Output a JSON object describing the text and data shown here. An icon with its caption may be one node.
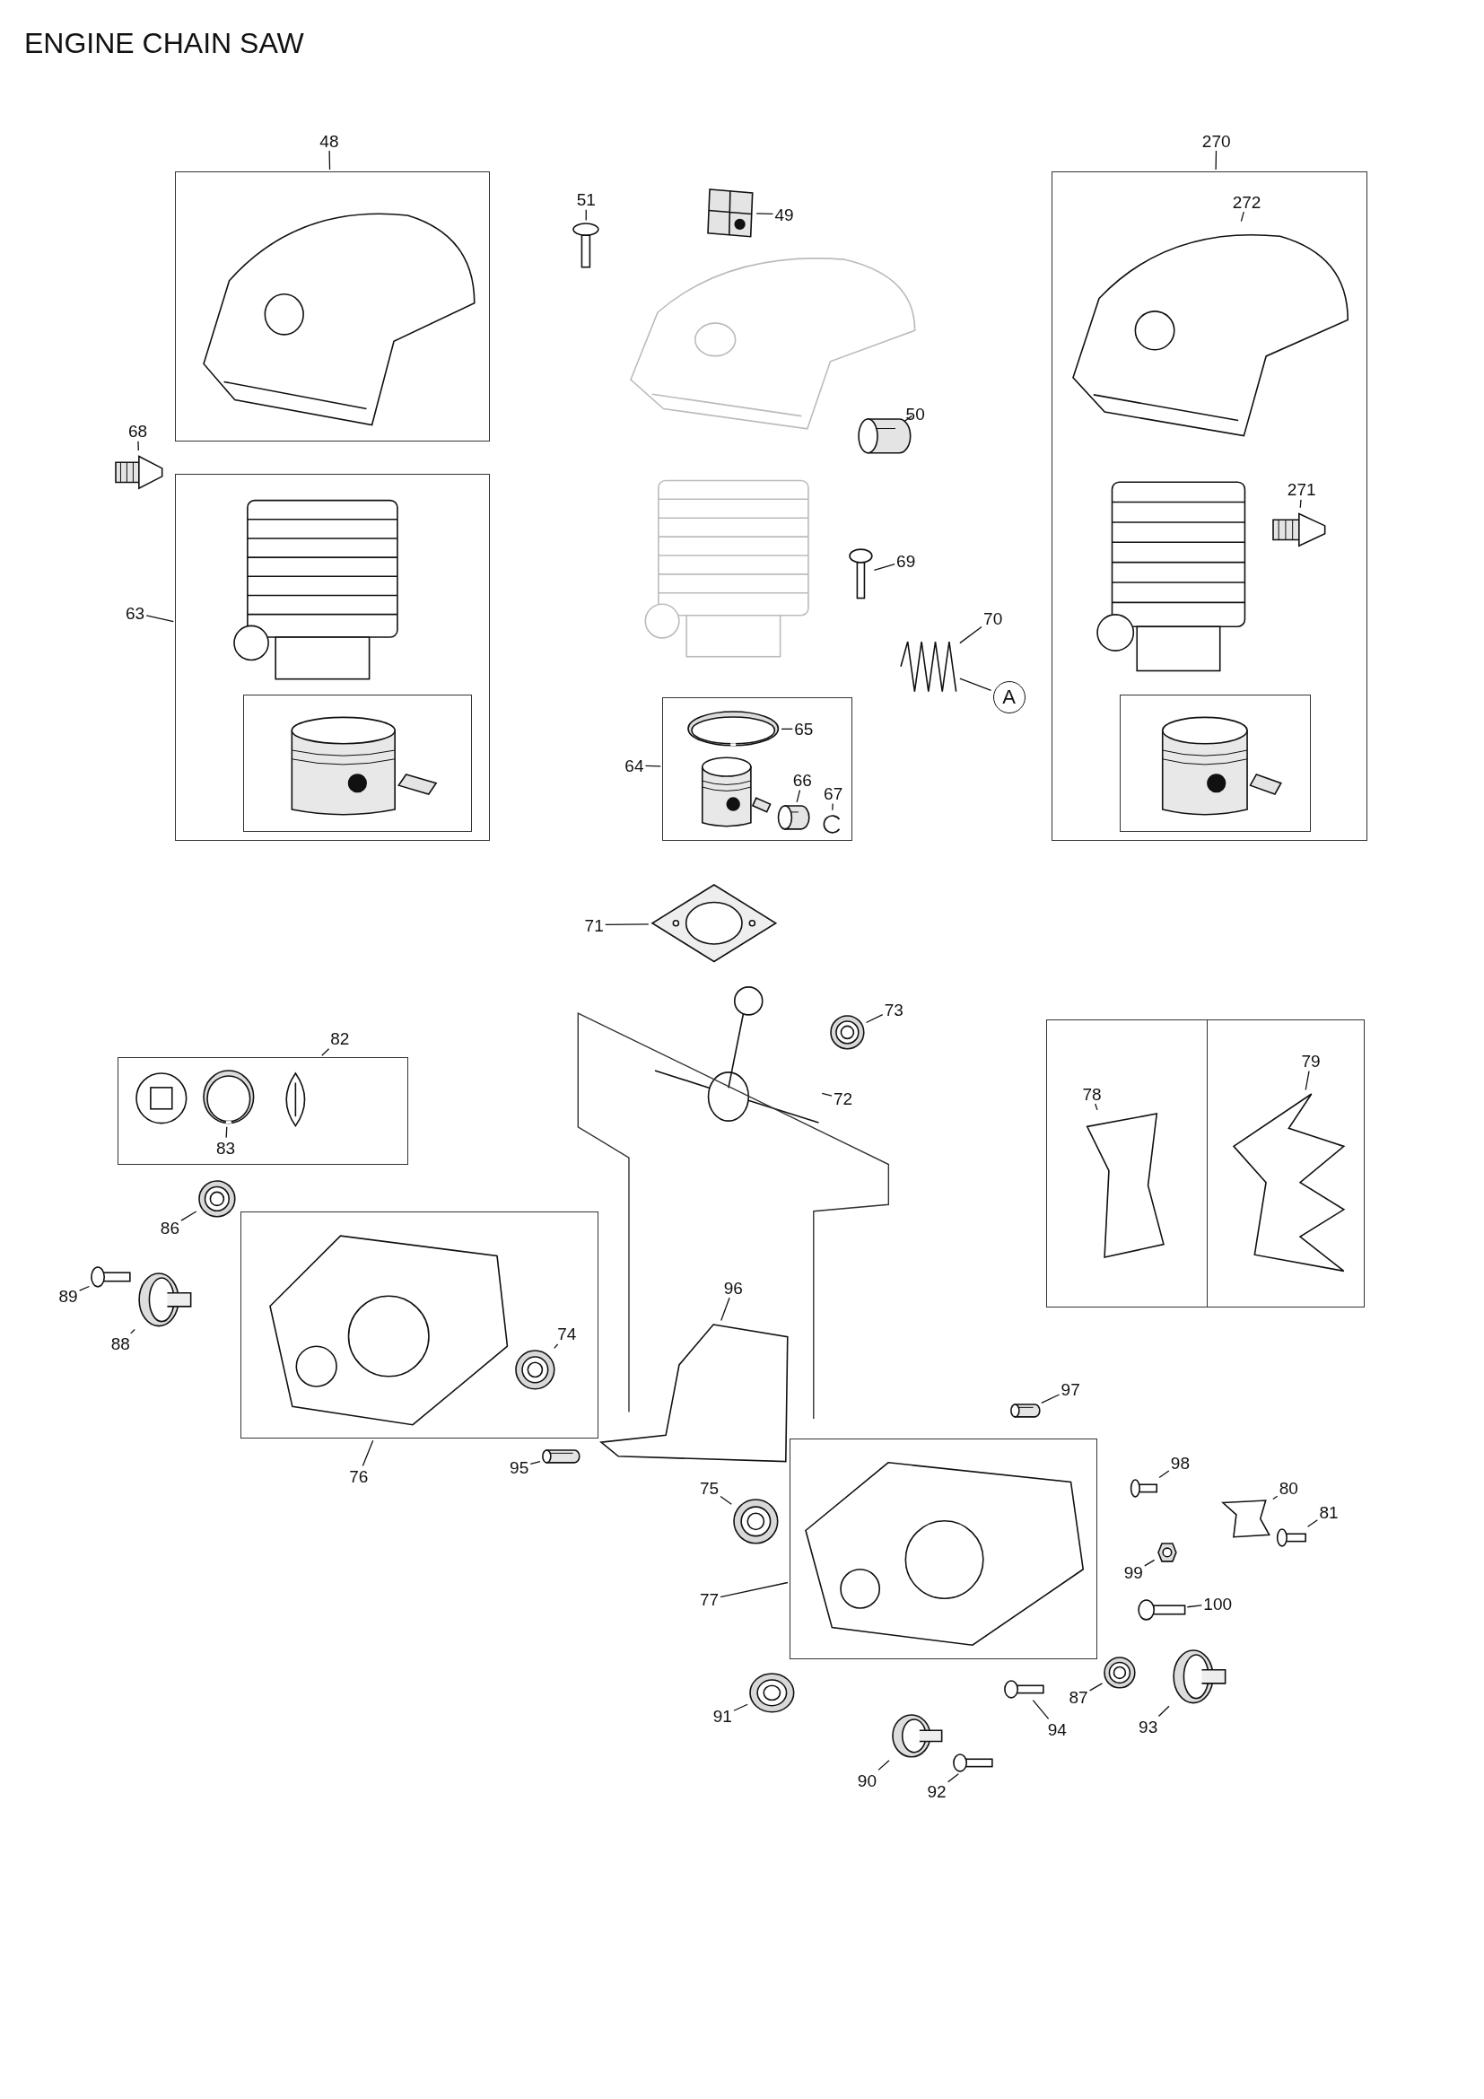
{
  "diagram": {
    "title": "ENGINE CHAIN SAW",
    "nodes": [
      {
        "text": [
          "48"
        ]
      },
      {
        "text": [],
        "shape": "box"
      },
      {
        "text": [],
        "shape": "picture",
        "in": 1
      },
      {
        "text": [
          "51"
        ]
      },
      {
        "text": [],
        "shape": "picture"
      },
      {
        "text": [
          "49"
        ]
      },
      {
        "text": [],
        "shape": "picture"
      },
      {
        "text": [],
        "shape": "picture"
      },
      {
        "text": [
          "50"
        ]
      },
      {
        "text": [],
        "shape": "picture"
      },
      {
        "text": [
          "270"
        ]
      },
      {
        "text": [],
        "shape": "box"
      },
      {
        "text": [
          "272"
        ],
        "in": 11
      },
      {
        "text": [],
        "shape": "picture",
        "in": 11
      },
      {
        "text": [
          "271"
        ],
        "in": 11
      },
      {
        "text": [],
        "shape": "picture",
        "in": 11
      },
      {
        "text": [],
        "shape": "picture",
        "in": 11
      },
      {
        "text": [],
        "shape": "box",
        "in": 11
      },
      {
        "text": [],
        "shape": "picture",
        "in": 17
      },
      {
        "text": [
          "68"
        ]
      },
      {
        "text": [],
        "shape": "picture"
      },
      {
        "text": [
          "63"
        ]
      },
      {
        "text": [],
        "shape": "box"
      },
      {
        "text": [],
        "shape": "picture",
        "in": 22
      },
      {
        "text": [],
        "shape": "box",
        "in": 22
      },
      {
        "text": [],
        "shape": "picture",
        "in": 24
      },
      {
        "text": [],
        "shape": "picture"
      },
      {
        "text": [
          "69"
        ]
      },
      {
        "text": [],
        "shape": "picture"
      },
      {
        "text": [
          "70"
        ]
      },
      {
        "text": [],
        "shape": "picture"
      },
      {
        "text": [
          "A"
        ]
      },
      {
        "text": [
          "64"
        ]
      },
      {
        "text": [],
        "shape": "box"
      },
      {
        "text": [
          "65"
        ],
        "in": 33
      },
      {
        "text": [],
        "shape": "picture",
        "in": 33
      },
      {
        "text": [],
        "shape": "picture",
        "in": 33
      },
      {
        "text": [
          "66"
        ],
        "in": 33
      },
      {
        "text": [],
        "shape": "picture",
        "in": 33
      },
      {
        "text": [
          "67"
        ],
        "in": 33
      },
      {
        "text": [],
        "shape": "picture",
        "in": 33
      },
      {
        "text": [
          "71"
        ]
      },
      {
        "text": [],
        "shape": "picture"
      },
      {
        "text": [
          "73"
        ]
      },
      {
        "text": [],
        "shape": "picture"
      },
      {
        "text": [
          "72"
        ]
      },
      {
        "text": [],
        "shape": "picture"
      },
      {
        "text": [
          "82"
        ]
      },
      {
        "text": [],
        "shape": "box"
      },
      {
        "text": [],
        "shape": "picture",
        "in": 48
      },
      {
        "text": [
          "83"
        ],
        "in": 48
      },
      {
        "text": [],
        "shape": "picture",
        "in": 48
      },
      {
        "text": [],
        "shape": "picture",
        "in": 48
      },
      {
        "text": [
          "78"
        ],
        "in": 54
      },
      {
        "text": [],
        "shape": "box"
      },
      {
        "text": [],
        "shape": "picture",
        "in": 54
      },
      {
        "text": [
          "79"
        ],
        "in": 54
      },
      {
        "text": [],
        "shape": "picture",
        "in": 54
      },
      {
        "text": [
          "86"
        ]
      },
      {
        "text": [],
        "shape": "picture"
      },
      {
        "text": [
          "89"
        ]
      },
      {
        "text": [],
        "shape": "picture"
      },
      {
        "text": [
          "88"
        ]
      },
      {
        "text": [],
        "shape": "picture"
      },
      {
        "text": [],
        "shape": "box"
      },
      {
        "text": [],
        "shape": "picture",
        "in": 64
      },
      {
        "text": [
          "74"
        ],
        "in": 64
      },
      {
        "text": [],
        "shape": "picture",
        "in": 64
      },
      {
        "text": [
          "76"
        ]
      },
      {
        "text": [
          "96"
        ]
      },
      {
        "text": [],
        "shape": "picture"
      },
      {
        "text": [
          "95"
        ]
      },
      {
        "text": [],
        "shape": "picture"
      },
      {
        "text": [
          "97"
        ]
      },
      {
        "text": [],
        "shape": "picture"
      },
      {
        "text": [
          "98"
        ]
      },
      {
        "text": [],
        "shape": "picture"
      },
      {
        "text": [
          "80"
        ]
      },
      {
        "text": [],
        "shape": "picture"
      },
      {
        "text": [
          "81"
        ]
      },
      {
        "text": [],
        "shape": "picture"
      },
      {
        "text": [
          "75"
        ]
      },
      {
        "text": [],
        "shape": "picture"
      },
      {
        "text": [
          "99"
        ]
      },
      {
        "text": [],
        "shape": "picture"
      },
      {
        "text": [
          "77"
        ]
      },
      {
        "text": [],
        "shape": "box"
      },
      {
        "text": [],
        "shape": "picture",
        "in": 86
      },
      {
        "text": [
          "100"
        ]
      },
      {
        "text": [],
        "shape": "picture"
      },
      {
        "text": [
          "91"
        ]
      },
      {
        "text": [],
        "shape": "picture"
      },
      {
        "text": [
          "94"
        ]
      },
      {
        "text": [],
        "shape": "picture"
      },
      {
        "text": [
          "87"
        ]
      },
      {
        "text": [],
        "shape": "picture"
      },
      {
        "text": [
          "93"
        ]
      },
      {
        "text": [],
        "shape": "picture"
      },
      {
        "text": [
          "90"
        ]
      },
      {
        "text": [],
        "shape": "picture"
      },
      {
        "text": [
          "92"
        ]
      },
      {
        "text": [],
        "shape": "picture"
      }
    ],
    "edges": [
      {
        "from": 0,
        "to": 1,
        "arrow": "none"
      },
      {
        "from": 3,
        "to": 4,
        "arrow": "none"
      },
      {
        "from": 5,
        "to": 6,
        "arrow": "none"
      },
      {
        "from": 8,
        "to": 9,
        "arrow": "none"
      },
      {
        "from": 10,
        "to": 11,
        "arrow": "none"
      },
      {
        "from": 12,
        "to": 13,
        "arrow": "none"
      },
      {
        "from": 14,
        "to": 15,
        "arrow": "none"
      },
      {
        "from": 19,
        "to": 20,
        "arrow": "none"
      },
      {
        "from": 21,
        "to": 22,
        "arrow": "none"
      },
      {
        "from": 27,
        "to": 28,
        "arrow": "none"
      },
      {
        "from": 29,
        "to": 30,
        "arrow": "none"
      },
      {
        "from": 30,
        "to": 31,
        "arrow": "none"
      },
      {
        "from": 32,
        "to": 33,
        "arrow": "none"
      },
      {
        "from": 34,
        "to": 35,
        "arrow": "none"
      },
      {
        "from": 37,
        "to": 38,
        "arrow": "none"
      },
      {
        "from": 39,
        "to": 40,
        "arrow": "none"
      },
      {
        "from": 41,
        "to": 42,
        "arrow": "none"
      },
      {
        "from": 43,
        "to": 44,
        "arrow": "none"
      },
      {
        "from": 45,
        "to": 46,
        "arrow": "none"
      },
      {
        "from": 47,
        "to": 48,
        "arrow": "none"
      },
      {
        "from": 50,
        "to": 51,
        "arrow": "none"
      },
      {
        "from": 53,
        "to": 55,
        "arrow": "none"
      },
      {
        "from": 56,
        "to": 57,
        "arrow": "none"
      },
      {
        "from": 58,
        "to": 59,
        "arrow": "none"
      },
      {
        "from": 60,
        "to": 61,
        "arrow": "none"
      },
      {
        "from": 62,
        "to": 63,
        "arrow": "none"
      },
      {
        "from": 66,
        "to": 67,
        "arrow": "none"
      },
      {
        "from": 68,
        "to": 64,
        "arrow": "none"
      },
      {
        "from": 69,
        "to": 70,
        "arrow": "none"
      },
      {
        "from": 71,
        "to": 72,
        "arrow": "none"
      },
      {
        "from": 73,
        "to": 74,
        "arrow": "none"
      },
      {
        "from": 75,
        "to": 76,
        "arrow": "none"
      },
      {
        "from": 77,
        "to": 78,
        "arrow": "none"
      },
      {
        "from": 79,
        "to": 80,
        "arrow": "none"
      },
      {
        "from": 81,
        "to": 82,
        "arrow": "none"
      },
      {
        "from": 83,
        "to": 84,
        "arrow": "none"
      },
      {
        "from": 85,
        "to": 86,
        "arrow": "none"
      },
      {
        "from": 88,
        "to": 89,
        "arrow": "none"
      },
      {
        "from": 90,
        "to": 91,
        "arrow": "none"
      },
      {
        "from": 92,
        "to": 93,
        "arrow": "none"
      },
      {
        "from": 94,
        "to": 95,
        "arrow": "none"
      },
      {
        "from": 96,
        "to": 97,
        "arrow": "none"
      },
      {
        "from": 98,
        "to": 99,
        "arrow": "none"
      },
      {
        "from": 100,
        "to": 101,
        "arrow": "none"
      }
    ]
  }
}
